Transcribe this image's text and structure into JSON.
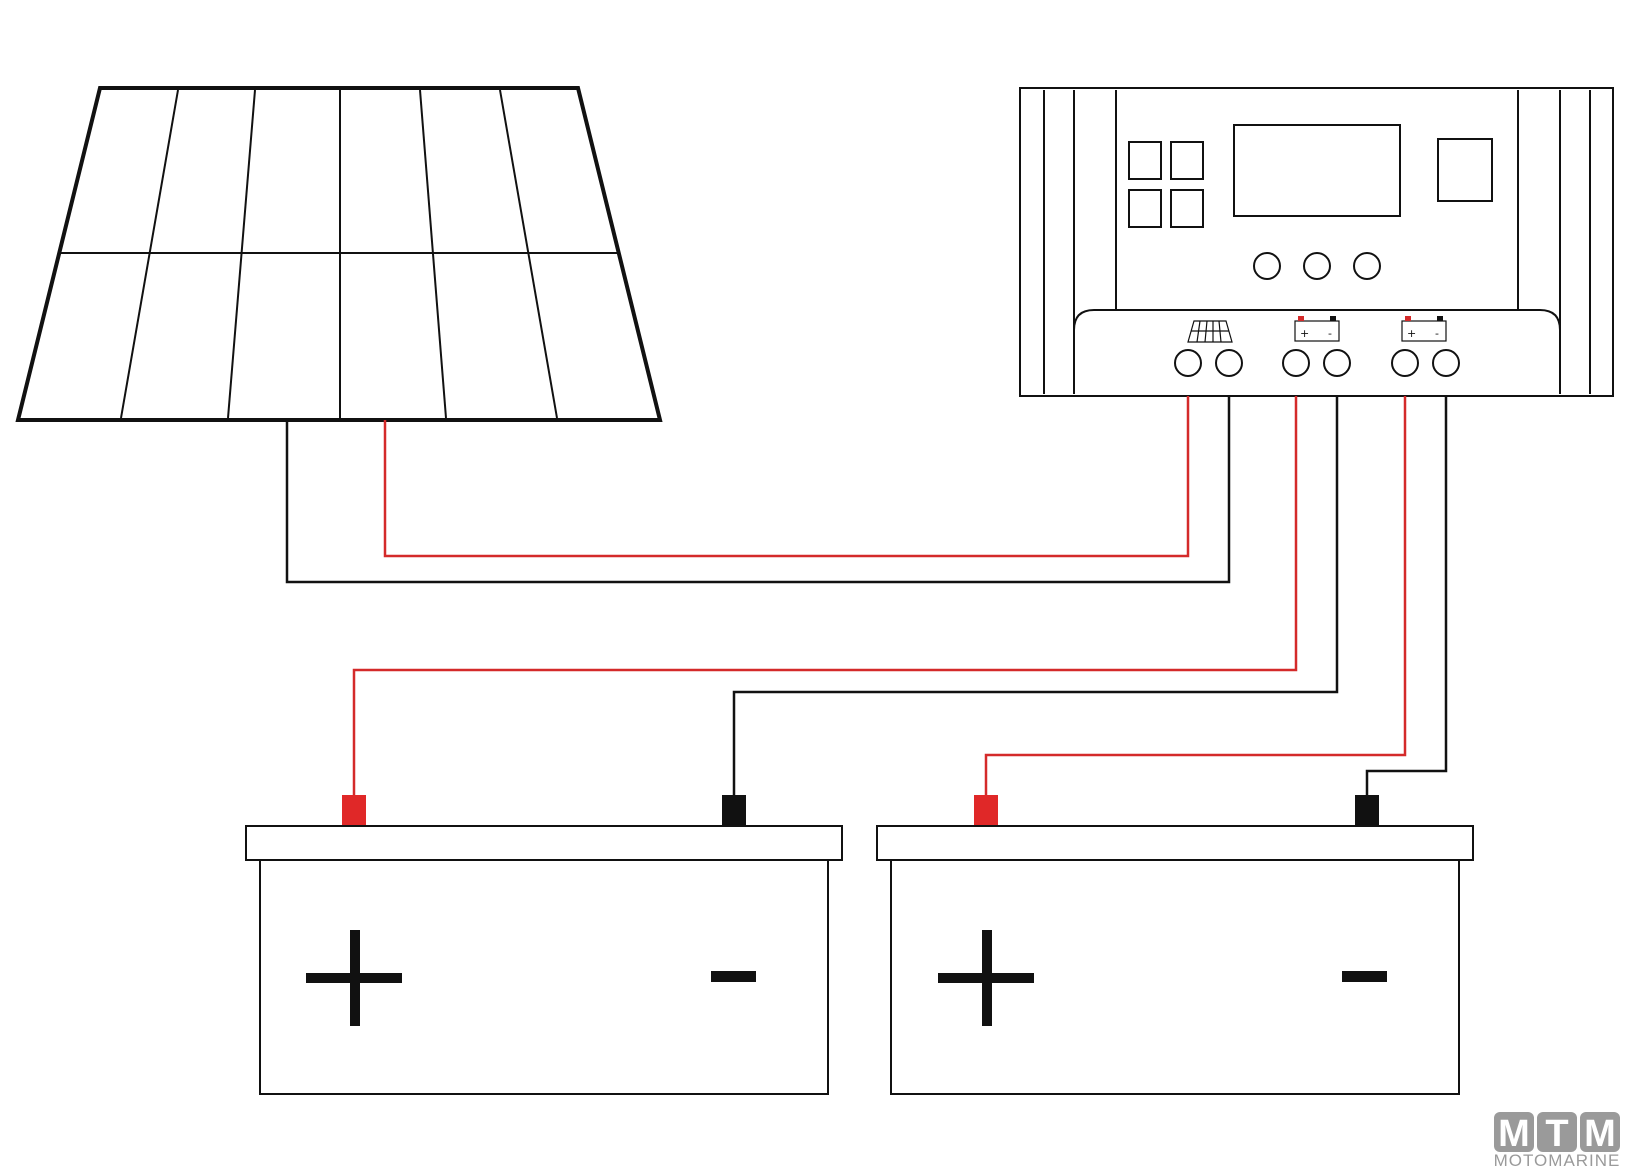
{
  "colors": {
    "line": "#111111",
    "positive_wire": "#d42a2a",
    "negative_wire": "#111111",
    "positive_terminal": "#e02828",
    "negative_terminal": "#111111",
    "logo": "#9a9a9a"
  },
  "battery_1": {
    "plus_sign": "+",
    "minus_sign": "-"
  },
  "battery_2": {
    "plus_sign": "+",
    "minus_sign": "-"
  },
  "controller": {
    "battery_icon_1": {
      "plus": "+",
      "minus": "-"
    },
    "battery_icon_2": {
      "plus": "+",
      "minus": "-"
    }
  },
  "logo": {
    "letters": [
      "M",
      "T",
      "M"
    ],
    "word": "MOTOMARINE"
  }
}
